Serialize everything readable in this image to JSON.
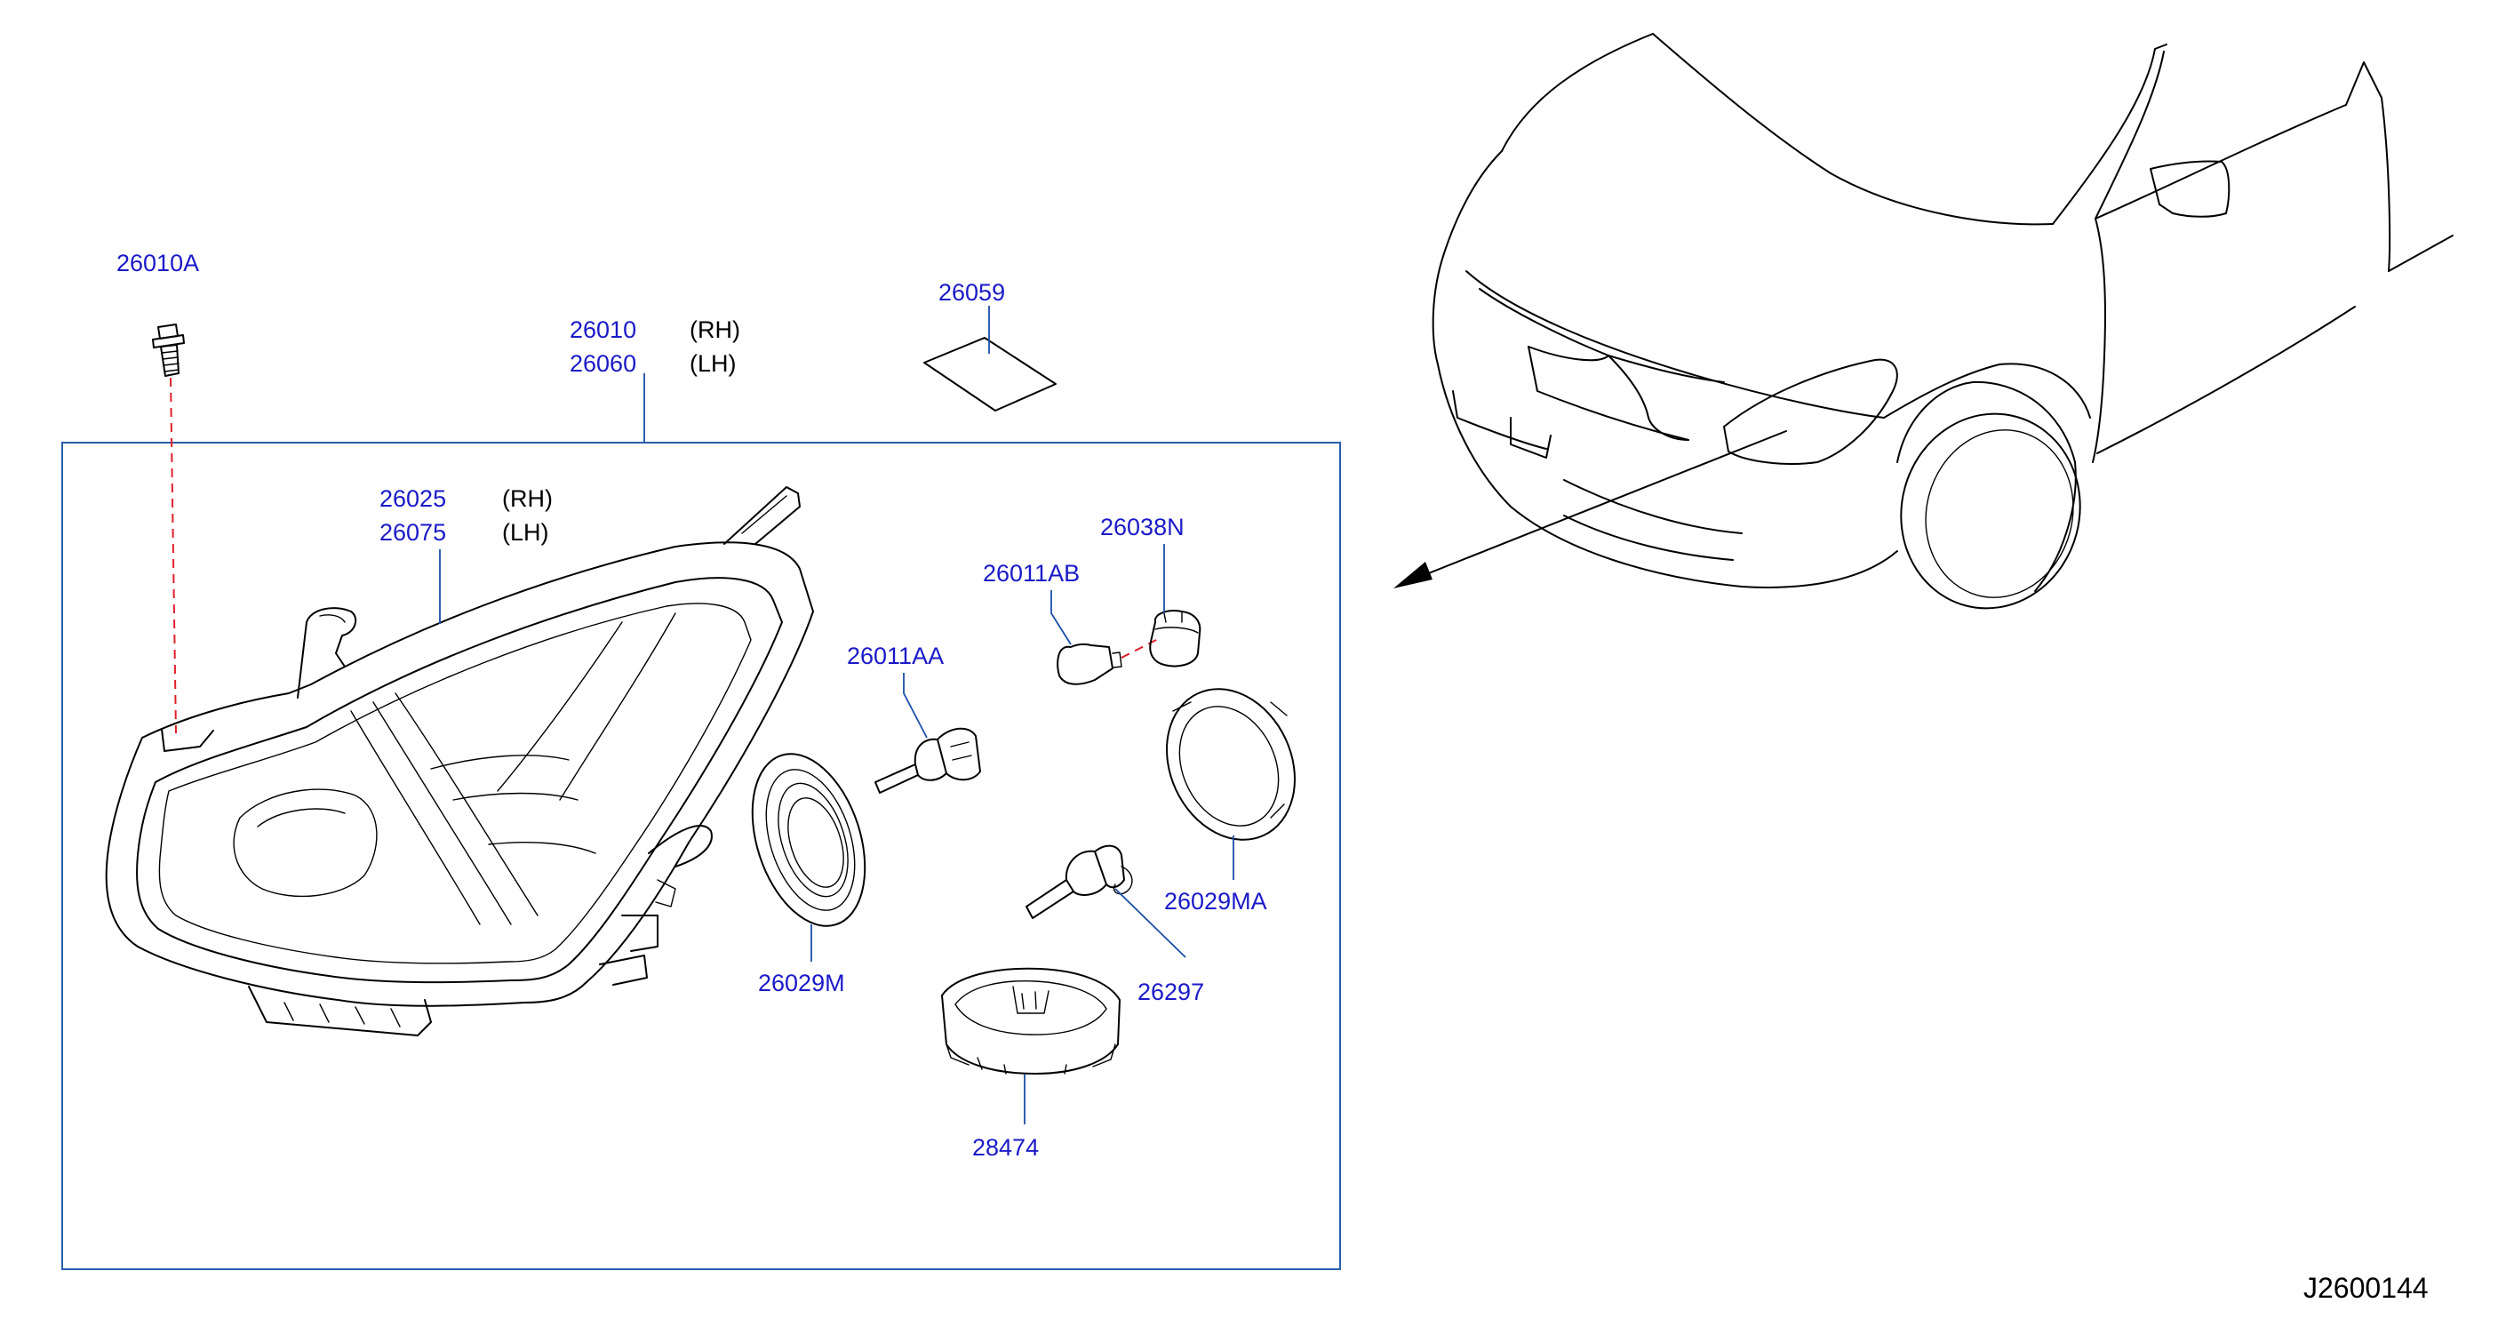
{
  "labels": {
    "p26010A": "26010A",
    "p26010": "26010",
    "p26060": "26060",
    "p26059": "26059",
    "p26025": "26025",
    "p26075": "26075",
    "p26038N": "26038N",
    "p26011AB": "26011AB",
    "p26011AA": "26011AA",
    "p26029MA": "26029MA",
    "p26029M": "26029M",
    "p26297": "26297",
    "p28474": "28474",
    "rh": "(RH)",
    "lh": "(LH)"
  },
  "diagram_code": "J2600144",
  "colors": {
    "part_label": "#1a1ac8",
    "leader": "#1a4ea8",
    "frame": "#2a5fae",
    "dashed_guide": "#e0202a",
    "linework": "#000000"
  }
}
